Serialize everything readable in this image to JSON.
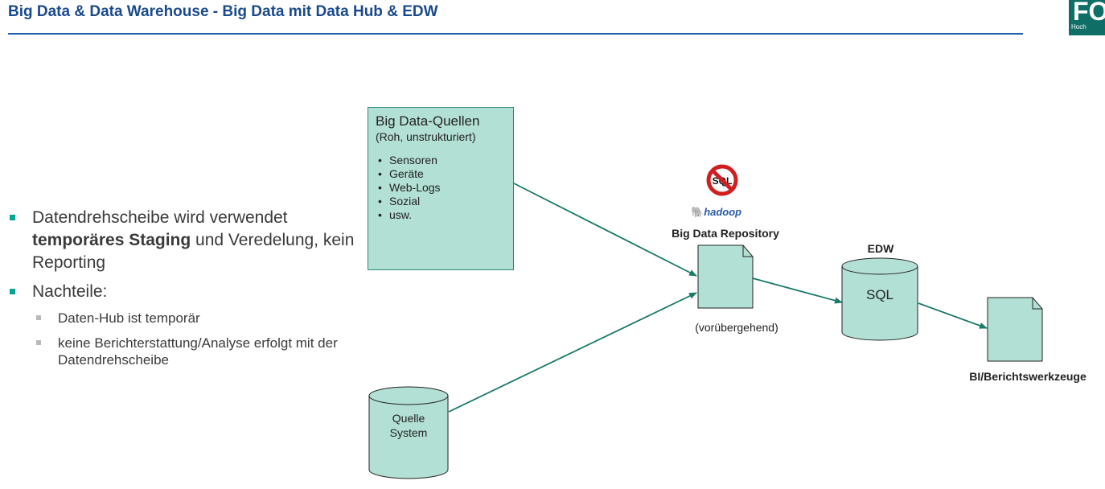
{
  "header": {
    "title": "Big Data & Data Warehouse - Big Data mit Data Hub & EDW",
    "logo_text": "FO",
    "logo_sub": "Hoch"
  },
  "bullets": {
    "b1_part1": "Datendrehscheibe wird verwendet",
    "b1_bold": "temporäres Staging",
    "b1_part2": " und Veredelung, kein Reporting",
    "b2": "Nachteile:",
    "sub1": "Daten-Hub ist temporär",
    "sub2": "keine Berichterstattung/Analyse erfolgt mit der Datendrehscheibe"
  },
  "sources": {
    "title": "Big Data-Quellen",
    "subtitle": "(Roh, unstrukturiert)",
    "items": [
      "Sensoren",
      "Geräte",
      "Web-Logs",
      "Sozial",
      "usw."
    ]
  },
  "repository": {
    "no_sql_text": "SQL",
    "hadoop_logo": "hadoop",
    "label": "Big Data Repository",
    "caption": "(vorübergehend)"
  },
  "edw": {
    "label": "EDW",
    "content": "SQL"
  },
  "source_system": {
    "line1": "Quelle",
    "line2": "System"
  },
  "bi": {
    "label": "BI/Berichtswerkzeuge"
  },
  "colors": {
    "title": "#1a4a8c",
    "teal_fill": "#b3e0d4",
    "teal_stroke": "#1a7a6a",
    "bullet": "#00a693",
    "no_sql_red": "#d11f1f"
  }
}
